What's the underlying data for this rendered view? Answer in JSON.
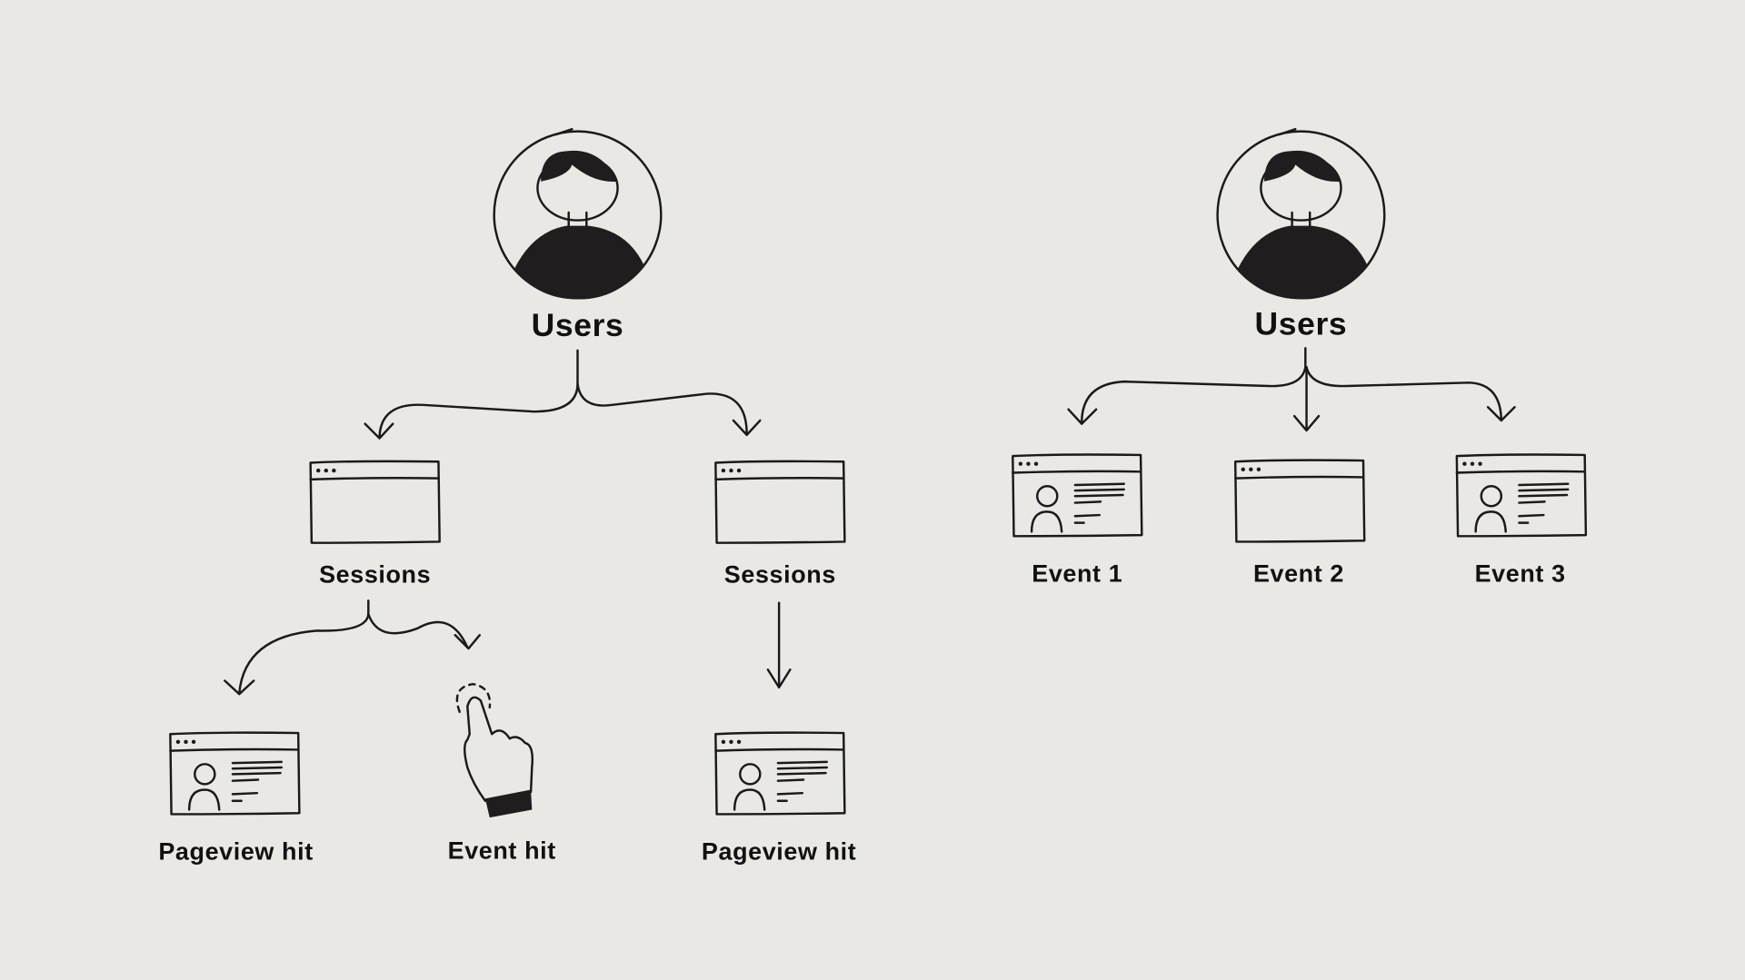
{
  "left_tree": {
    "root_label": "Users",
    "sessions": [
      {
        "label": "Sessions",
        "children": [
          {
            "label": "Pageview hit",
            "icon": "webpage-icon"
          },
          {
            "label": "Event hit",
            "icon": "pointing-hand-icon"
          }
        ]
      },
      {
        "label": "Sessions",
        "children": [
          {
            "label": "Pageview hit",
            "icon": "webpage-icon"
          }
        ]
      }
    ]
  },
  "right_tree": {
    "root_label": "Users",
    "events": [
      {
        "label": "Event 1",
        "icon": "webpage-icon"
      },
      {
        "label": "Event 2",
        "icon": "blank-window-icon"
      },
      {
        "label": "Event 3",
        "icon": "webpage-icon"
      }
    ]
  },
  "colors": {
    "background": "#e9e8e4",
    "ink": "#1a1a1a"
  }
}
